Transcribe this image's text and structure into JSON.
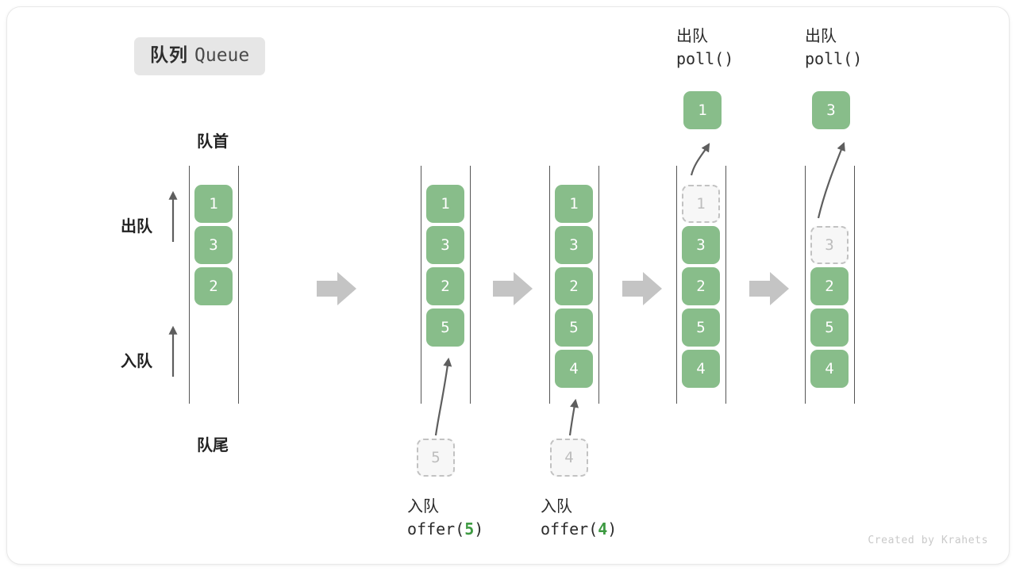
{
  "title": {
    "cn": "队列",
    "en": "Queue"
  },
  "labels": {
    "front": "队首",
    "rear": "队尾",
    "dequeue": "出队",
    "enqueue": "入队"
  },
  "colors": {
    "element": "#88bd8a",
    "ghost_fill": "#f7f7f7",
    "ghost_border": "#c2c2c2",
    "arrow": "#c4c4c4",
    "curve": "#5e5e5e",
    "accent_arg": "#3d9a41",
    "badge_bg": "#e6e6e6",
    "text": "#2b2b2b"
  },
  "columns": [
    {
      "name": "initial",
      "items": [
        {
          "value": "1",
          "state": "normal"
        },
        {
          "value": "3",
          "state": "normal"
        },
        {
          "value": "2",
          "state": "normal"
        }
      ]
    },
    {
      "name": "after-offer-5",
      "items": [
        {
          "value": "1",
          "state": "normal"
        },
        {
          "value": "3",
          "state": "normal"
        },
        {
          "value": "2",
          "state": "normal"
        },
        {
          "value": "5",
          "state": "normal"
        }
      ],
      "incoming": {
        "value": "5",
        "state": "ghost"
      },
      "caption": {
        "cn": "入队",
        "fn": "offer(",
        "arg": "5",
        "close": ")"
      }
    },
    {
      "name": "after-offer-4",
      "items": [
        {
          "value": "1",
          "state": "normal"
        },
        {
          "value": "3",
          "state": "normal"
        },
        {
          "value": "2",
          "state": "normal"
        },
        {
          "value": "5",
          "state": "normal"
        },
        {
          "value": "4",
          "state": "normal"
        }
      ],
      "incoming": {
        "value": "4",
        "state": "ghost"
      },
      "caption": {
        "cn": "入队",
        "fn": "offer(",
        "arg": "4",
        "close": ")"
      }
    },
    {
      "name": "after-poll-1",
      "items": [
        {
          "value": "1",
          "state": "ghost"
        },
        {
          "value": "3",
          "state": "normal"
        },
        {
          "value": "2",
          "state": "normal"
        },
        {
          "value": "5",
          "state": "normal"
        },
        {
          "value": "4",
          "state": "normal"
        }
      ],
      "outgoing": {
        "value": "1",
        "state": "normal"
      },
      "caption": {
        "cn": "出队",
        "fn": "poll()"
      }
    },
    {
      "name": "after-poll-3",
      "items": [
        {
          "value": "3",
          "state": "ghost"
        },
        {
          "value": "2",
          "state": "normal"
        },
        {
          "value": "5",
          "state": "normal"
        },
        {
          "value": "4",
          "state": "normal"
        }
      ],
      "outgoing": {
        "value": "3",
        "state": "normal"
      },
      "caption": {
        "cn": "出队",
        "fn": "poll()"
      }
    }
  ],
  "watermark": "Created by Krahets"
}
